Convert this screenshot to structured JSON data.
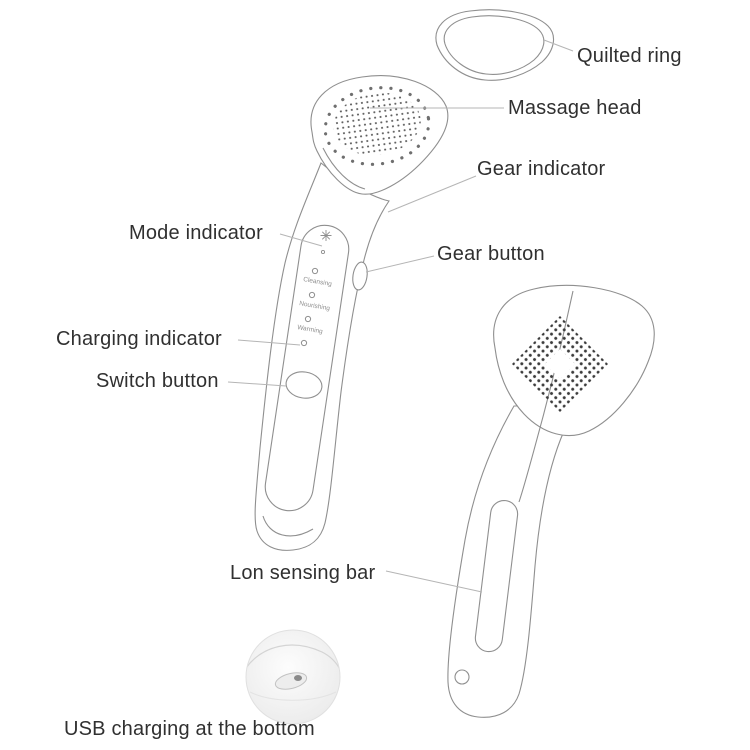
{
  "labels": {
    "quilted_ring": "Quilted ring",
    "massage_head": "Massage head",
    "gear_indicator": "Gear indicator",
    "mode_indicator": "Mode indicator",
    "gear_button": "Gear button",
    "charging_indicator": "Charging indicator",
    "switch_button": "Switch button",
    "ion_sensing_bar": "Lon sensing bar",
    "usb_charging": "USB charging at the bottom"
  },
  "device_text": {
    "cleansing": "Cleansing",
    "nourishing": "Nourishing",
    "warming": "Warming"
  },
  "colors": {
    "background": "#ffffff",
    "outline": "#8f8f8f",
    "callout_line": "#b5b5b5",
    "label_text": "#303030",
    "stipple_dots": "#4a4a4a"
  }
}
